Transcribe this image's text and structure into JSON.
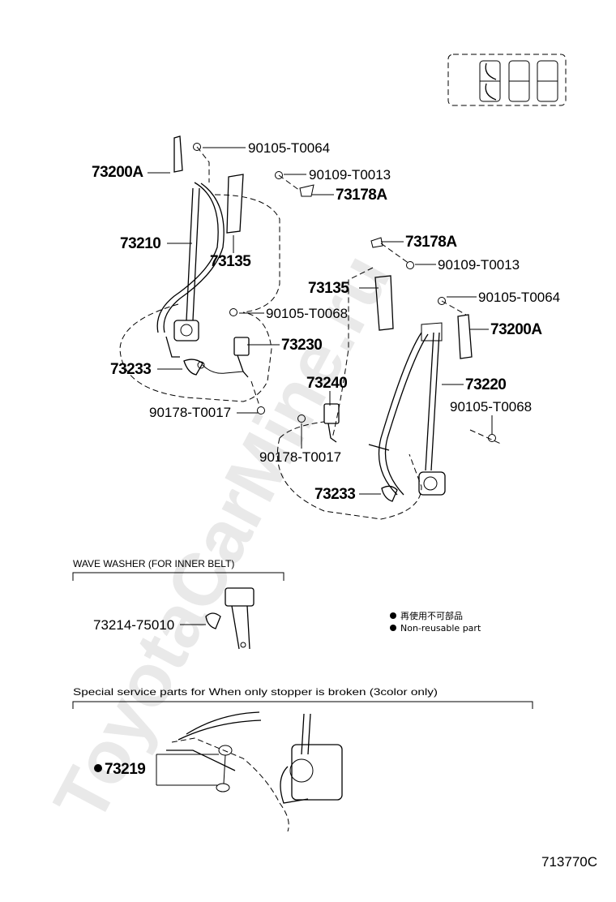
{
  "watermark": "ToyotaCarMine.ru",
  "labels": {
    "l_73200a_left": "73200A",
    "l_90105_t0064_top": "90105-T0064",
    "l_90109_t0013_top": "90109-T0013",
    "l_73178a_top": "73178A",
    "l_73210": "73210",
    "l_73135_left": "73135",
    "l_90105_t0068_left": "90105-T0068",
    "l_73230": "73230",
    "l_73233_left": "73233",
    "l_90178_t0017_left": "90178-T0017",
    "l_73178a_right": "73178A",
    "l_90109_t0013_right": "90109-T0013",
    "l_73135_right": "73135",
    "l_90105_t0064_right": "90105-T0064",
    "l_73200a_right": "73200A",
    "l_73240": "73240",
    "l_73220": "73220",
    "l_90105_t0068_right": "90105-T0068",
    "l_90178_t0017_right": "90178-T0017",
    "l_73233_right": "73233"
  },
  "wave_washer": {
    "title": "WAVE WASHER (FOR INNER BELT)",
    "part": "73214-75010"
  },
  "legend": {
    "line1": "再使用不可部品",
    "line2": "Non-reusable part"
  },
  "special": {
    "title": "Special service parts for When only stopper is broken (3color only)",
    "part": "73219"
  },
  "footer_code": "713770C"
}
